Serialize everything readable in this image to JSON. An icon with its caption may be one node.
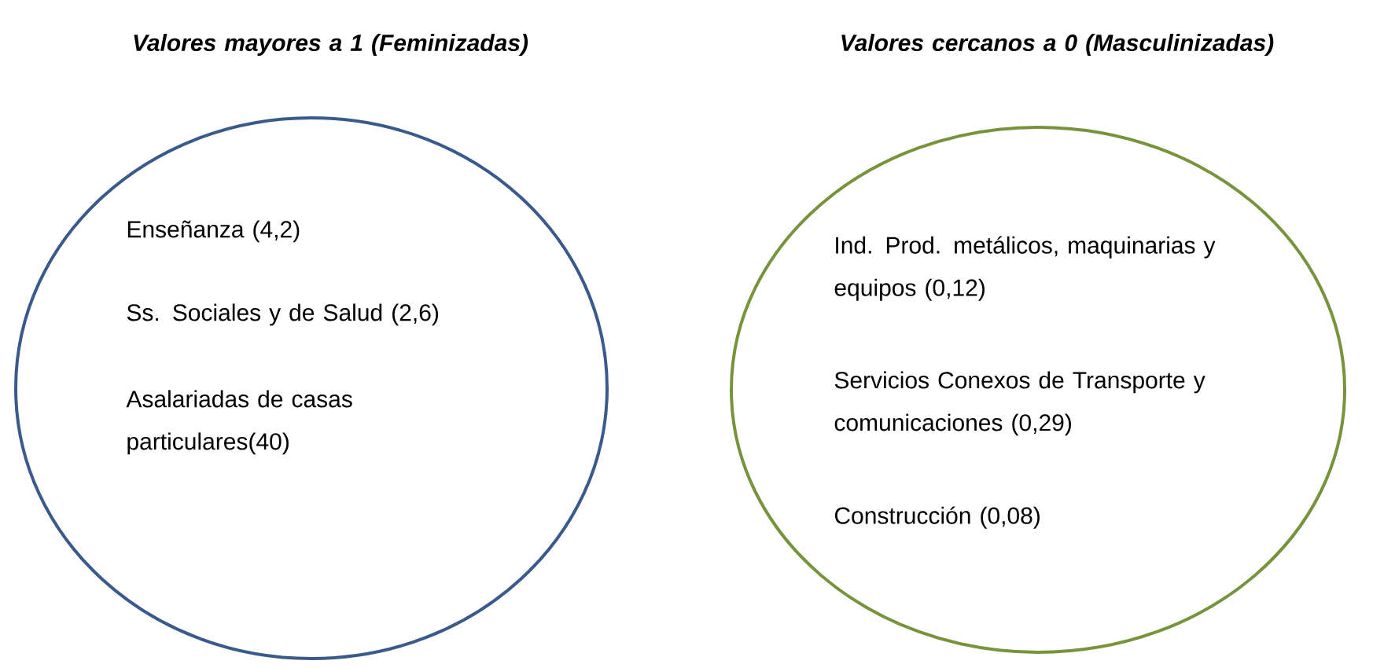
{
  "diagram": {
    "nodes": [
      {
        "text": [
          "Valores mayores a 1 (Feminizadas)",
          "Enseñanza (4,2)",
          "Ss. Sociales y de Salud (2,6)",
          "Asalariadas de casas particulares(40)"
        ]
      },
      {
        "text": [
          "Valores cercanos a 0 (Masculinizadas)",
          "Ind. Prod. metálicos, maquinarias y equipos (0,12)",
          "Servicios Conexos de Transporte y comunicaciones (0,29)",
          "Construcción (0,08)"
        ]
      }
    ]
  }
}
